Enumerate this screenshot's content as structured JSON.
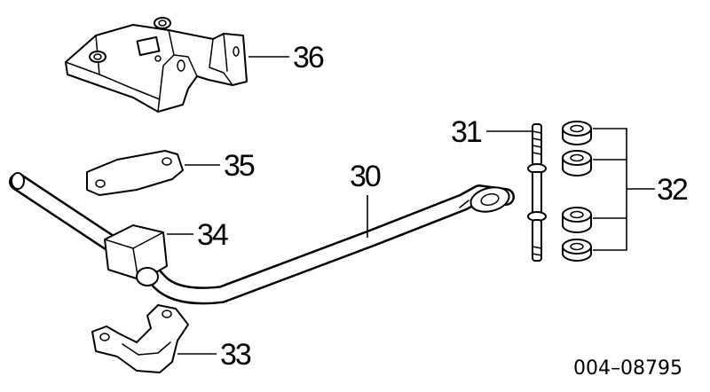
{
  "callouts": {
    "c30": "30",
    "c31": "31",
    "c32": "32",
    "c33": "33",
    "c34": "34",
    "c35": "35",
    "c36": "36"
  },
  "reference_code": "004–08795"
}
